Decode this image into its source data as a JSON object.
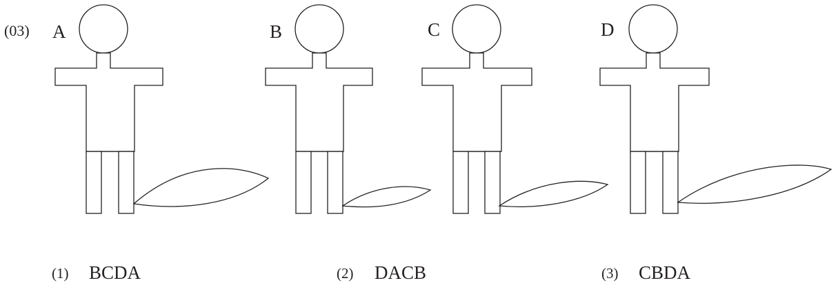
{
  "question": {
    "number": "(03)"
  },
  "figures": [
    {
      "letter": "A",
      "leaf_size": "large"
    },
    {
      "letter": "B",
      "leaf_size": "small"
    },
    {
      "letter": "C",
      "leaf_size": "medium"
    },
    {
      "letter": "D",
      "leaf_size": "largest"
    }
  ],
  "options": [
    {
      "number": "(1)",
      "answer": "BCDA"
    },
    {
      "number": "(2)",
      "answer": "DACB"
    },
    {
      "number": "(3)",
      "answer": "CBDA"
    }
  ],
  "colors": {
    "line": "#231f20",
    "background": "#ffffff"
  }
}
